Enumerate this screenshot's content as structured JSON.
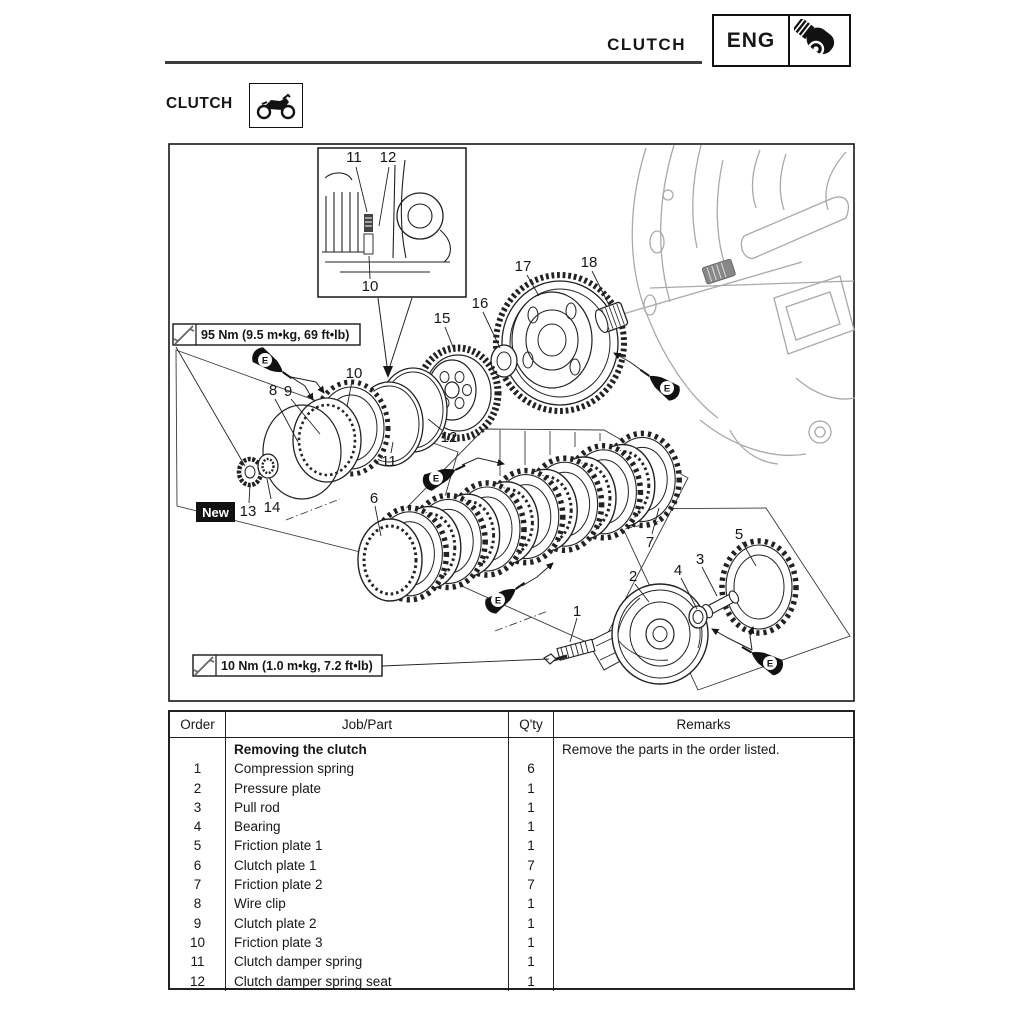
{
  "header": {
    "section_title": "CLUTCH",
    "eng_label": "ENG"
  },
  "page_title": "CLUTCH",
  "diagram": {
    "torque_upper": "95 Nm (9.5 m•kg, 69 ft•lb)",
    "torque_lower": "10 Nm (1.0 m•kg, 7.2 ft•lb)",
    "new_label": "New",
    "oil_letter": "E",
    "inset_labels": {
      "a": "11",
      "b": "12",
      "c": "10"
    },
    "callouts": {
      "c1": "1",
      "c2": "2",
      "c3": "3",
      "c4": "4",
      "c5": "5",
      "c6": "6",
      "c7": "7",
      "c8": "8",
      "c9": "9",
      "c10": "10",
      "c11": "11",
      "c12": "12",
      "c13": "13",
      "c14": "14",
      "c15": "15",
      "c16": "16",
      "c17": "17",
      "c18": "18"
    }
  },
  "table": {
    "headers": {
      "order": "Order",
      "job": "Job/Part",
      "qty": "Q'ty",
      "remarks": "Remarks"
    },
    "section_title": "Removing the clutch",
    "section_remark": "Remove the parts in the order listed.",
    "rows": [
      {
        "order": "1",
        "job": "Compression spring",
        "qty": "6"
      },
      {
        "order": "2",
        "job": "Pressure plate",
        "qty": "1"
      },
      {
        "order": "3",
        "job": "Pull rod",
        "qty": "1"
      },
      {
        "order": "4",
        "job": "Bearing",
        "qty": "1"
      },
      {
        "order": "5",
        "job": "Friction plate 1",
        "qty": "1"
      },
      {
        "order": "6",
        "job": "Clutch plate 1",
        "qty": "7"
      },
      {
        "order": "7",
        "job": "Friction plate 2",
        "qty": "7"
      },
      {
        "order": "8",
        "job": "Wire clip",
        "qty": "1"
      },
      {
        "order": "9",
        "job": "Clutch plate 2",
        "qty": "1"
      },
      {
        "order": "10",
        "job": "Friction plate 3",
        "qty": "1"
      },
      {
        "order": "11",
        "job": "Clutch damper spring",
        "qty": "1"
      },
      {
        "order": "12",
        "job": "Clutch damper spring seat",
        "qty": "1"
      }
    ]
  }
}
